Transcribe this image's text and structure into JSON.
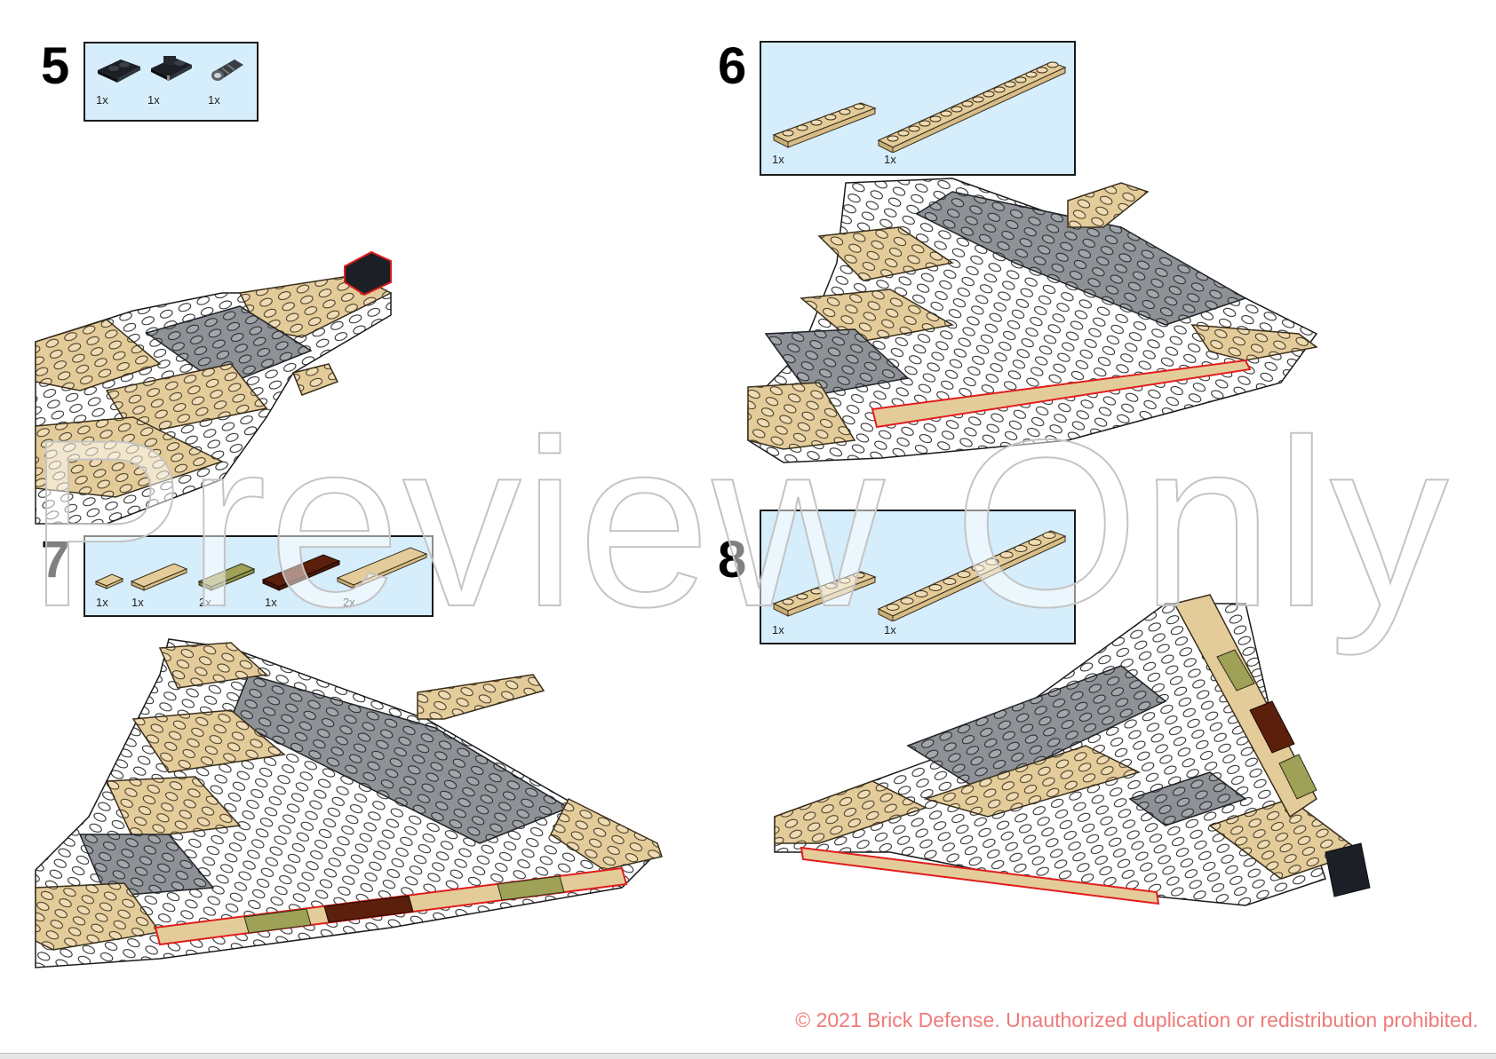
{
  "steps": [
    {
      "number": "5",
      "parts": [
        {
          "icon": "black-plate-1x2-icon",
          "color": "#1c1f26",
          "qty": "1x"
        },
        {
          "icon": "black-clip-plate-icon",
          "color": "#1c1f26",
          "qty": "1x"
        },
        {
          "icon": "gray-exhaust-cylinder-icon",
          "color": "#3a3d44",
          "qty": "1x"
        }
      ]
    },
    {
      "number": "6",
      "parts": [
        {
          "icon": "tan-plate-1x6-icon",
          "color": "#e4cc9a",
          "qty": "1x"
        },
        {
          "icon": "tan-plate-1x16-icon",
          "color": "#e4cc9a",
          "qty": "1x"
        }
      ]
    },
    {
      "number": "7",
      "parts": [
        {
          "icon": "tan-tile-1x1-icon",
          "color": "#e4cc9a",
          "qty": "1x"
        },
        {
          "icon": "tan-tile-1x3-icon",
          "color": "#e4cc9a",
          "qty": "1x"
        },
        {
          "icon": "olive-tile-1x3-icon",
          "color": "#9ea156",
          "qty": "2x"
        },
        {
          "icon": "brown-tile-1x4-icon",
          "color": "#5c1f0b",
          "qty": "1x"
        },
        {
          "icon": "tan-tile-1x6-icon",
          "color": "#e4cc9a",
          "qty": "2x"
        }
      ]
    },
    {
      "number": "8",
      "parts": [
        {
          "icon": "tan-plate-1x6-icon",
          "color": "#e4cc9a",
          "qty": "1x"
        },
        {
          "icon": "tan-plate-1x12-icon",
          "color": "#e4cc9a",
          "qty": "1x"
        }
      ]
    }
  ],
  "colors": {
    "tan": "#e4cc9a",
    "white": "#ffffff",
    "gray": "#8e9196",
    "black": "#1c1f26",
    "olive": "#9ea156",
    "brown": "#5c1f0b",
    "highlight": "#e11d1d",
    "parts_bg": "#d6edfb"
  },
  "watermark": "Preview Only",
  "copyright": "© 2021 Brick Defense. Unauthorized duplication or redistribution prohibited."
}
